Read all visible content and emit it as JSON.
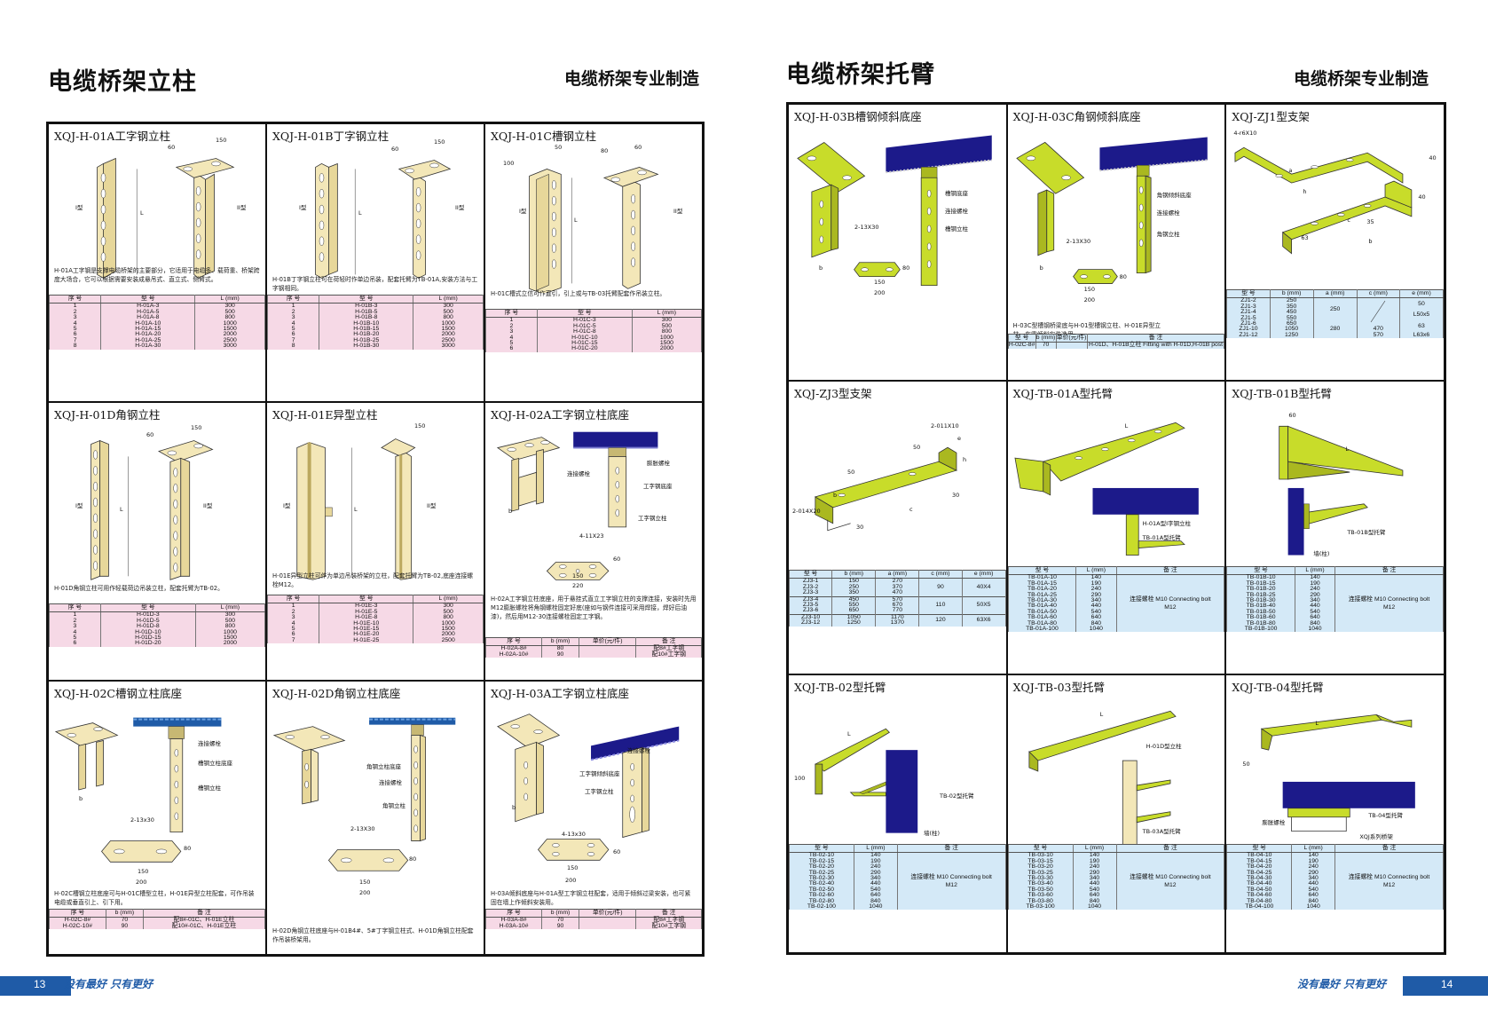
{
  "left": {
    "title": "电缆桥架立柱",
    "subtitle": "电缆桥架专业制造",
    "page_num": "13",
    "slogan": "没有最好  只有更好",
    "panels": {
      "p1": {
        "title": "XQJ-H-01A工字钢立柱",
        "desc": "H-01A工字钢是支撑电缆桥架的主要部分，它适用于电缆多、载荷重、桥架跨度大场合，它可以根据需要安装成悬吊式、直立式、侧臂式。",
        "head": [
          "序 号",
          "型 号",
          "L (mm)"
        ],
        "rows": [
          [
            "1",
            "H-01A-3",
            "300"
          ],
          [
            "2",
            "H-01A-5",
            "500"
          ],
          [
            "3",
            "H-01A-8",
            "800"
          ],
          [
            "4",
            "H-01A-10",
            "1000"
          ],
          [
            "5",
            "H-01A-15",
            "1500"
          ],
          [
            "6",
            "H-01A-20",
            "2000"
          ],
          [
            "7",
            "H-01A-25",
            "2500"
          ],
          [
            "8",
            "H-01A-30",
            "3000"
          ]
        ],
        "type1": "I型",
        "type2": "II型",
        "dim1": "150",
        "dim2": "60",
        "dimL": "L"
      },
      "p2": {
        "title": "XQJ-H-01B丁字钢立柱",
        "desc": "H-01B丁字钢立柱可在荷轻时作单边吊装，配套托臂为TB-01A,安装方法与工字钢相同。",
        "head": [
          "序 号",
          "型 号",
          "L (mm)"
        ],
        "rows": [
          [
            "1",
            "H-01B-3",
            "300"
          ],
          [
            "2",
            "H-01B-5",
            "500"
          ],
          [
            "3",
            "H-01B-8",
            "800"
          ],
          [
            "4",
            "H-01B-10",
            "1000"
          ],
          [
            "5",
            "H-01B-15",
            "1500"
          ],
          [
            "6",
            "H-01B-20",
            "2000"
          ],
          [
            "7",
            "H-01B-25",
            "2500"
          ],
          [
            "8",
            "H-01B-30",
            "3000"
          ]
        ],
        "type1": "I型",
        "type2": "II型",
        "dim1": "150",
        "dim2": "60",
        "dimL": "L"
      },
      "p3": {
        "title": "XQJ-H-01C槽钢立柱",
        "desc": "H-01C槽式立信可作直引，引上或与TB-03托臂配套作吊装立柱。",
        "head": [
          "序 号",
          "型 号",
          "L (mm)"
        ],
        "rows": [
          [
            "1",
            "H-01C-3",
            "300"
          ],
          [
            "2",
            "H-01C-5",
            "500"
          ],
          [
            "3",
            "H-01C-8",
            "800"
          ],
          [
            "4",
            "H-01C-10",
            "1000"
          ],
          [
            "5",
            "H-01C-15",
            "1500"
          ],
          [
            "6",
            "H-01C-20",
            "2000"
          ]
        ],
        "type1": "I型",
        "type2": "II型",
        "dim1": "100",
        "dim2": "50",
        "dim3": "80",
        "dim4": "60",
        "dimL": "L"
      },
      "p4": {
        "title": "XQJ-H-01D角钢立柱",
        "desc": "H-01D角钢立柱可用作轻载荷边吊装立柱，配套托臂为TB-02。",
        "head": [
          "序 号",
          "型 号",
          "L (mm)"
        ],
        "rows": [
          [
            "1",
            "H-01D-3",
            "300"
          ],
          [
            "2",
            "H-01D-5",
            "500"
          ],
          [
            "3",
            "H-01D-8",
            "800"
          ],
          [
            "4",
            "H-01D-10",
            "1000"
          ],
          [
            "5",
            "H-01D-15",
            "1500"
          ],
          [
            "6",
            "H-01D-20",
            "2000"
          ]
        ],
        "type1": "I型",
        "type2": "II型",
        "dim1": "150",
        "dim2": "60",
        "dimL": "L"
      },
      "p5": {
        "title": "XQJ-H-01E异型立柱",
        "desc": "H-01E异型立柱可作为单边吊装桥架的立柱，配套托臂为TB-02,底座连接螺栓M12。",
        "head": [
          "序 号",
          "型 号",
          "L (mm)"
        ],
        "rows": [
          [
            "1",
            "H-01E-3",
            "300"
          ],
          [
            "2",
            "H-01E-5",
            "500"
          ],
          [
            "3",
            "H-01E-8",
            "800"
          ],
          [
            "4",
            "H-01E-10",
            "1000"
          ],
          [
            "5",
            "H-01E-15",
            "1500"
          ],
          [
            "6",
            "H-01E-20",
            "2000"
          ],
          [
            "7",
            "H-01E-25",
            "2500"
          ]
        ],
        "type1": "I型",
        "type2": "II型",
        "dim1": "150",
        "dimL": "L"
      },
      "p6": {
        "title": "XQJ-H-02A工字钢立柱底座",
        "desc": "H-02A工字钢立柱底座，用于悬挂式直立工字钢立柱的支撑连接，安装时先用M12膨胀螺栓将角钢螺栓固定好底(座如与钢件连接可采用焊接，焊好后油漆)，然后用M12-30连接螺栓固定工字钢。",
        "head": [
          "序 号",
          "b (mm)",
          "单价(元/件)",
          "备 注"
        ],
        "rows": [
          [
            "H-02A-8#",
            "80",
            "",
            "配8#工字钢"
          ],
          [
            "H-02A-10#",
            "90",
            "",
            "配10#工字钢"
          ]
        ],
        "labels": [
          "膨胀螺栓",
          "连接螺栓",
          "工字钢底座",
          "工字钢立柱"
        ],
        "dims": [
          "4-11X23",
          "150",
          "220",
          "60",
          "b"
        ]
      },
      "p7": {
        "title": "XQJ-H-02C槽钢立柱底座",
        "desc": "H-02C槽钢立柱底座可与H-01C槽型立柱，H-01E异型立柱配套，可作吊装电缆或垂直引上、引下用。",
        "head": [
          "序 号",
          "b (mm)",
          "备 注"
        ],
        "rows": [
          [
            "H-02C-8#",
            "70",
            "配8#-01C、H-01E立柱"
          ],
          [
            "H-02C-10#",
            "90",
            "配10#-01C、H-01E立柱"
          ]
        ],
        "labels": [
          "连接螺栓",
          "槽钢立柱底座",
          "槽钢立柱"
        ],
        "dims": [
          "2-13x30",
          "80",
          "150",
          "200",
          "b"
        ]
      },
      "p8": {
        "title": "XQJ-H-02D角钢立柱底座",
        "desc": "H-02D角钢立柱底座与H-01B4#、5#丁字钢立柱式、H-01D角钢立柱配套作吊装桥架用。",
        "labels": [
          "角钢立柱底座",
          "连接螺栓",
          "角钢立柱"
        ],
        "dims": [
          "2-13X30",
          "80",
          "150",
          "200"
        ]
      },
      "p9": {
        "title": "XQJ-H-03A工字钢立柱底座",
        "desc": "H-03A倾斜底座与H-01A型工字钢立柱配套，适用于倾斜过梁安装，也可紧固在墙上作倾斜安装用。",
        "head": [
          "序 号",
          "b (mm)",
          "单价(元/件)",
          "备 注"
        ],
        "rows": [
          [
            "H-03A-8#",
            "70",
            "",
            "配8#工字钢"
          ],
          [
            "H-03A-10#",
            "90",
            "",
            "配10#工字钢"
          ]
        ],
        "labels": [
          "连接螺栓",
          "工字钢倾斜底座",
          "工字钢立柱"
        ],
        "dims": [
          "4-13x30",
          "60",
          "150",
          "200",
          "b"
        ]
      }
    }
  },
  "right": {
    "title": "电缆桥架托臂",
    "subtitle": "电缆桥架专业制造",
    "page_num": "14",
    "slogan": "没有最好  只有更好",
    "panels": {
      "q1": {
        "title": "XQJ-H-03B槽钢倾斜底座",
        "labels": [
          "槽钢底座",
          "连接螺栓",
          "槽钢立柱"
        ],
        "dims": [
          "2-13X30",
          "80",
          "150",
          "200",
          "b"
        ]
      },
      "q2": {
        "title": "XQJ-H-03C角钢倾斜底座",
        "desc": "H-03C型槽钢桥梁底与H-01型槽钢立柱、H-01E异型立柱，在需倾斜安装选用。",
        "head": [
          "型 号",
          "b (mm)",
          "单价(元/件)",
          "备 注"
        ],
        "rows": [
          [
            "H-02C-8#",
            "70",
            "",
            "H-01D、H-01B立柱 Fitting with H-01D,H-01B post"
          ]
        ],
        "labels": [
          "角钢倾斜底座",
          "连接螺栓",
          "角钢立柱"
        ],
        "dims": [
          "2-13X30",
          "80",
          "150",
          "200",
          "b"
        ]
      },
      "q3": {
        "title": "XQJ-ZJ1型支架",
        "head": [
          "型 号",
          "b (mm)",
          "a (mm)",
          "c (mm)",
          "e (mm)"
        ],
        "rows": [
          [
            "ZJ1-2",
            "250"
          ],
          [
            "ZJ1-3",
            "350"
          ],
          [
            "ZJ1-4",
            "450"
          ],
          [
            "ZJ1-5",
            "550"
          ],
          [
            "ZJ1-6",
            "650"
          ],
          [
            "ZJ1-10",
            "1050"
          ],
          [
            "ZJ1-12",
            "1250"
          ]
        ],
        "a_vals": [
          "250",
          "280"
        ],
        "c_vals": [
          "470",
          "570"
        ],
        "e_vals": [
          "50",
          "L50x5",
          "63",
          "L63x6"
        ],
        "dims": [
          "4-r6X10",
          "40",
          "40",
          "35",
          "63",
          "b",
          "c",
          "a",
          "h"
        ]
      },
      "q4": {
        "title": "XQJ-ZJ3型支架",
        "head": [
          "型 号",
          "b (mm)",
          "a (mm)",
          "c (mm)",
          "e (mm)"
        ],
        "rows": [
          [
            "ZJ3-1",
            "150",
            "270"
          ],
          [
            "ZJ3-2",
            "250",
            "370"
          ],
          [
            "ZJ3-3",
            "350",
            "470"
          ],
          [
            "ZJ3-4",
            "450",
            "570"
          ],
          [
            "ZJ3-5",
            "550",
            "670"
          ],
          [
            "ZJ3-6",
            "650",
            "770"
          ],
          [
            "ZJ3-10",
            "1050",
            "1170"
          ],
          [
            "ZJ3-12",
            "1250",
            "1370"
          ]
        ],
        "c_vals": [
          "90",
          "110",
          "120"
        ],
        "e_vals": [
          "40X4",
          "50X5",
          "63X6"
        ],
        "dims": [
          "2-014X20",
          "2-011X10",
          "50",
          "50",
          "30",
          "30",
          "b",
          "c",
          "e",
          "h"
        ]
      },
      "q5": {
        "title": "XQJ-TB-01A型托臂",
        "head": [
          "型 号",
          "L (mm)",
          "备 注"
        ],
        "rows": [
          [
            "TB-01A-10",
            "140"
          ],
          [
            "TB-01A-15",
            "190"
          ],
          [
            "TB-01A-20",
            "240"
          ],
          [
            "TB-01A-25",
            "290"
          ],
          [
            "TB-01A-30",
            "340"
          ],
          [
            "TB-01A-40",
            "440"
          ],
          [
            "TB-01A-50",
            "540"
          ],
          [
            "TB-01A-60",
            "640"
          ],
          [
            "TB-01A-80",
            "840"
          ],
          [
            "TB-01A-100",
            "1040"
          ]
        ],
        "note": "连接螺栓 M10 Connecting bolt M12",
        "labels": [
          "H-01A型I字钢立柱",
          "TB-01A型托臂"
        ],
        "dims": [
          "L"
        ]
      },
      "q6": {
        "title": "XQJ-TB-01B型托臂",
        "head": [
          "型 号",
          "L (mm)",
          "备 注"
        ],
        "rows": [
          [
            "TB-01B-10",
            "140"
          ],
          [
            "TB-01B-15",
            "190"
          ],
          [
            "TB-01B-20",
            "240"
          ],
          [
            "TB-01B-25",
            "290"
          ],
          [
            "TB-01B-30",
            "340"
          ],
          [
            "TB-01B-40",
            "440"
          ],
          [
            "TB-01B-50",
            "540"
          ],
          [
            "TB-01B-60",
            "640"
          ],
          [
            "TB-01B-80",
            "840"
          ],
          [
            "TB-01B-100",
            "1040"
          ]
        ],
        "note": "连接螺栓 M10 Connecting bolt M12",
        "labels": [
          "TB-01B型托臂",
          "墙(柱)"
        ],
        "dims": [
          "60",
          "L"
        ]
      },
      "q7": {
        "title": "XQJ-TB-02型托臂",
        "head": [
          "型 号",
          "L (mm)",
          "备 注"
        ],
        "rows": [
          [
            "TB-02-10",
            "140"
          ],
          [
            "TB-02-15",
            "190"
          ],
          [
            "TB-02-20",
            "240"
          ],
          [
            "TB-02-25",
            "290"
          ],
          [
            "TB-02-30",
            "340"
          ],
          [
            "TB-02-40",
            "440"
          ],
          [
            "TB-02-50",
            "540"
          ],
          [
            "TB-02-60",
            "640"
          ],
          [
            "TB-02-80",
            "840"
          ],
          [
            "TB-02-100",
            "1040"
          ]
        ],
        "note": "连接螺栓 M10 Connecting bolt M12",
        "labels": [
          "TB-02型托臂",
          "墙(柱)"
        ],
        "dims": [
          "100",
          "L"
        ]
      },
      "q8": {
        "title": "XQJ-TB-03型托臂",
        "head": [
          "型 号",
          "L (mm)",
          "备 注"
        ],
        "rows": [
          [
            "TB-03-10",
            "140"
          ],
          [
            "TB-03-15",
            "190"
          ],
          [
            "TB-03-20",
            "240"
          ],
          [
            "TB-03-25",
            "290"
          ],
          [
            "TB-03-30",
            "340"
          ],
          [
            "TB-03-40",
            "440"
          ],
          [
            "TB-03-50",
            "540"
          ],
          [
            "TB-03-60",
            "640"
          ],
          [
            "TB-03-80",
            "840"
          ],
          [
            "TB-03-100",
            "1040"
          ]
        ],
        "note": "连接螺栓 M10 Connecting bolt M12",
        "labels": [
          "H-01D型立柱",
          "TB-03A型托臂"
        ],
        "dims": [
          "L"
        ]
      },
      "q9": {
        "title": "XQJ-TB-04型托臂",
        "head": [
          "型 号",
          "L (mm)",
          "备 注"
        ],
        "rows": [
          [
            "TB-04-10",
            "140"
          ],
          [
            "TB-04-15",
            "190"
          ],
          [
            "TB-04-20",
            "240"
          ],
          [
            "TB-04-25",
            "290"
          ],
          [
            "TB-04-30",
            "340"
          ],
          [
            "TB-04-40",
            "440"
          ],
          [
            "TB-04-50",
            "540"
          ],
          [
            "TB-04-60",
            "640"
          ],
          [
            "TB-04-80",
            "840"
          ],
          [
            "TB-04-100",
            "1040"
          ]
        ],
        "note": "连接螺栓 M10 Connecting bolt M12",
        "labels": [
          "膨胀螺栓",
          "TB-04型托臂",
          "XQJ系列桥架"
        ],
        "dims": [
          "50",
          "L"
        ]
      }
    }
  },
  "colors": {
    "post": "#f3e7b8",
    "arm": "#c8dc2a",
    "wall": "#1c1a8a",
    "table_pink": "#f6d9e6",
    "table_blue": "#d4e9f7",
    "footer": "#1f5ba7"
  }
}
